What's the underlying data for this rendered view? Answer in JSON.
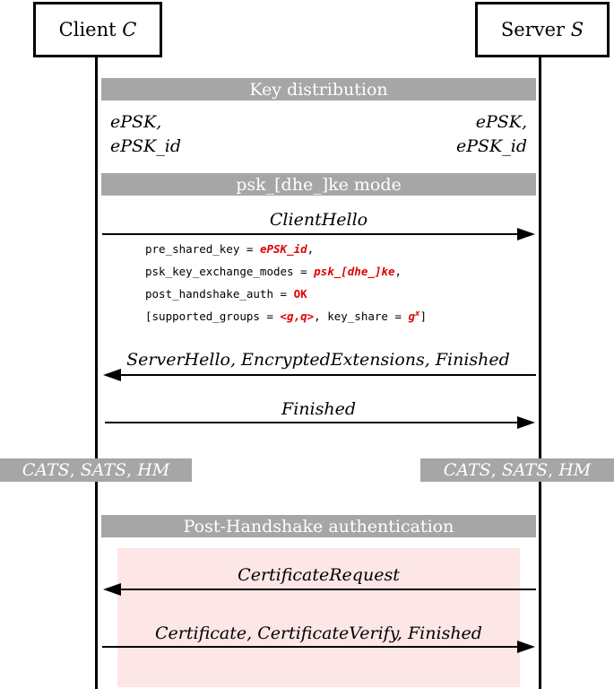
{
  "client": {
    "prefix": "Client ",
    "var": "C"
  },
  "server": {
    "prefix": "Server ",
    "var": "S"
  },
  "bars": {
    "key_distribution": "Key distribution",
    "mode": "psk_[dhe_]ke mode",
    "post_handshake": "Post-Handshake authentication"
  },
  "client_keys": {
    "line1": "ePSK,",
    "line2": "ePSK_id"
  },
  "server_keys": {
    "line1": "ePSK,",
    "line2": "ePSK_id"
  },
  "messages": {
    "client_hello": "ClientHello",
    "server_hello": "ServerHello, EncryptedExtensions, Finished",
    "finished": "Finished",
    "certificate_request": "CertificateRequest",
    "certificate": "Certificate, CertificateVerify, Finished"
  },
  "extensions": {
    "pre_shared_key": {
      "prefix": "pre_shared_key = ",
      "value": "ePSK_id",
      "suffix": ","
    },
    "psk_modes": {
      "prefix": "psk_key_exchange_modes = ",
      "value": "psk_[dhe_]ke",
      "suffix": ","
    },
    "post_handshake_auth": {
      "prefix": "post_handshake_auth = ",
      "value": "OK"
    },
    "groups": {
      "prefix": "[supported_groups = ",
      "value": "<g,q>",
      "middle": ", key_share = ",
      "value2_base": "g",
      "value2_sup": "x",
      "suffix": "]"
    }
  },
  "derived": {
    "client": {
      "a": "CATS",
      "sep1": ", ",
      "b": "SATS",
      "sep2": ", ",
      "c": "HM"
    },
    "server": {
      "a": "CATS",
      "sep1": ", ",
      "b": "SATS",
      "sep2": ", ",
      "c": "HM"
    }
  }
}
